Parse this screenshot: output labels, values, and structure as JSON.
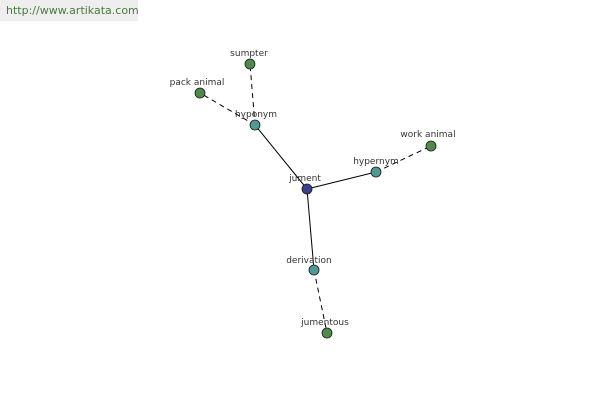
{
  "banner": {
    "url_text": "http://www.artikata.com"
  },
  "colors": {
    "root": "#3b3f8c",
    "relation": "#4f9a94",
    "word": "#4f8a4a",
    "edge": "#000000",
    "banner_bg": "#eeeeee",
    "banner_text": "#4a7a3e"
  },
  "graph": {
    "nodes": [
      {
        "id": "jument",
        "label": "jument",
        "kind": "root"
      },
      {
        "id": "hyponym",
        "label": "hyponym",
        "kind": "relation"
      },
      {
        "id": "hypernym",
        "label": "hypernym",
        "kind": "relation"
      },
      {
        "id": "derivation",
        "label": "derivation",
        "kind": "relation"
      },
      {
        "id": "sumpter",
        "label": "sumpter",
        "kind": "word"
      },
      {
        "id": "pack-animal",
        "label": "pack animal",
        "kind": "word"
      },
      {
        "id": "work-animal",
        "label": "work animal",
        "kind": "word"
      },
      {
        "id": "jumentous",
        "label": "jumentous",
        "kind": "word"
      }
    ],
    "edges": [
      {
        "from": "jument",
        "to": "hyponym",
        "style": "solid"
      },
      {
        "from": "jument",
        "to": "hypernym",
        "style": "solid"
      },
      {
        "from": "jument",
        "to": "derivation",
        "style": "solid"
      },
      {
        "from": "hyponym",
        "to": "sumpter",
        "style": "dashed"
      },
      {
        "from": "hyponym",
        "to": "pack-animal",
        "style": "dashed"
      },
      {
        "from": "hypernym",
        "to": "work-animal",
        "style": "dashed"
      },
      {
        "from": "derivation",
        "to": "jumentous",
        "style": "dashed"
      }
    ]
  }
}
